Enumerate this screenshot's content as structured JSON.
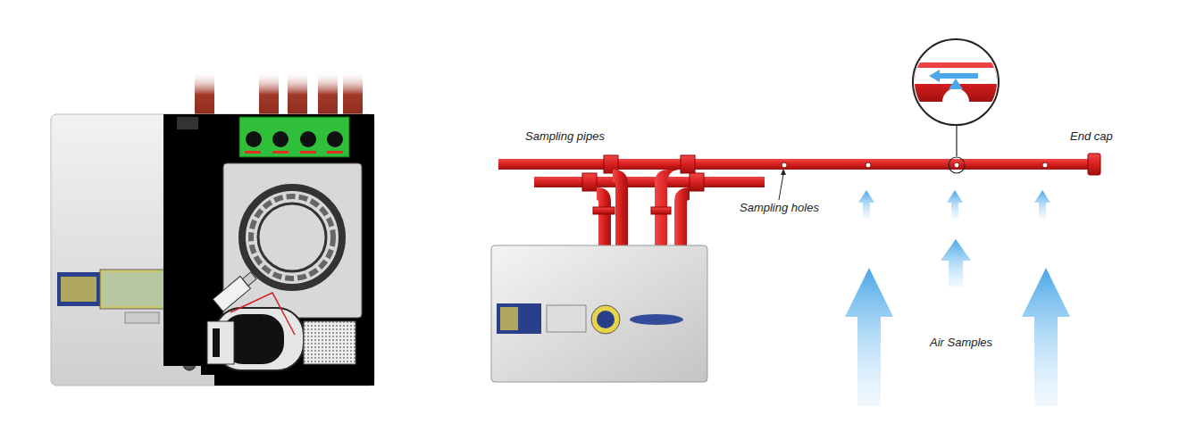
{
  "diagram": {
    "labels": [
      "Sampling pipes",
      "Sampling holes",
      "End cap",
      "Air Samples"
    ]
  }
}
